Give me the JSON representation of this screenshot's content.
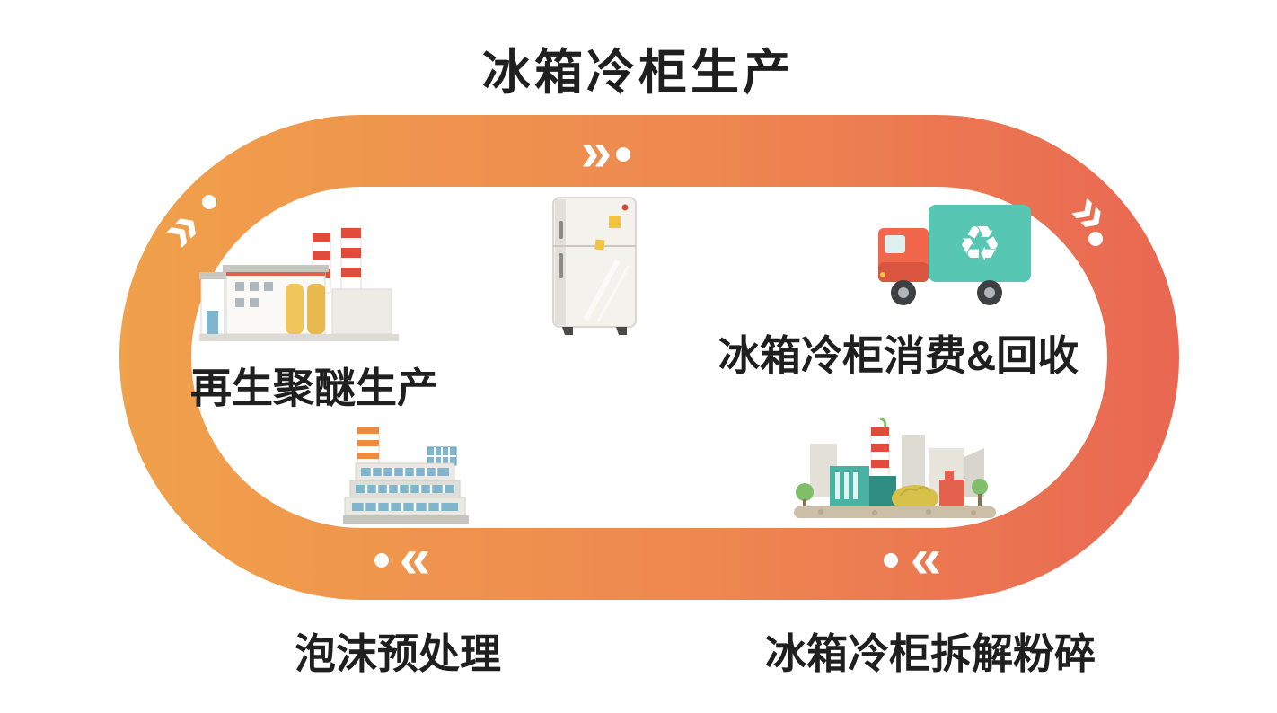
{
  "diagram": {
    "stages": {
      "production": {
        "label": "冰箱冷柜生产"
      },
      "consumption_recycling": {
        "label": "冰箱冷柜消费&回收"
      },
      "dismantling_crushing": {
        "label": "冰箱冷柜拆解粉碎"
      },
      "foam_pretreatment": {
        "label": "泡沫预处理"
      },
      "recycled_polyether_production": {
        "label": "再生聚醚生产"
      }
    },
    "icons": {
      "chevron_forward": "»",
      "chevron_backward": "«",
      "recycle_symbol": "♻"
    },
    "colors": {
      "background": "#FFFFFF",
      "text": "#1F1F1F",
      "ring_gradient_start": "#F0A14B",
      "ring_gradient_mid": "#EE8850",
      "ring_gradient_end": "#E96752",
      "track_marker": "#FFFFFF",
      "truck_cab": "#F2664B",
      "truck_box": "#57C6B2",
      "chimney_stripe": "#E04B3C",
      "silo_yellow": "#F0C55C",
      "window_blue": "#7FB6CE"
    }
  }
}
